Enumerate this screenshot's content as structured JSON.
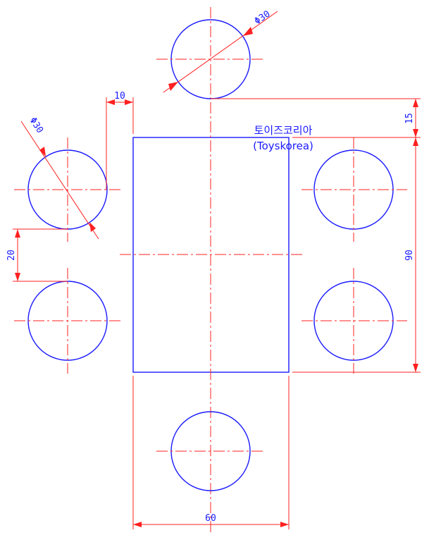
{
  "title": {
    "line1": "토이즈코리아",
    "line2": "(Toyskorea)"
  },
  "dimensions": {
    "dia_top": "Φ30",
    "dia_left": "Φ30",
    "offset_top": "10",
    "gap_left": "20",
    "offset_right": "15",
    "height_right": "90",
    "width_bottom": "60"
  },
  "colors": {
    "geometry": "#1a1aff",
    "center_lines": "#ff2020",
    "dimension_lines": "#ff2020",
    "text": "#1a1aff"
  }
}
